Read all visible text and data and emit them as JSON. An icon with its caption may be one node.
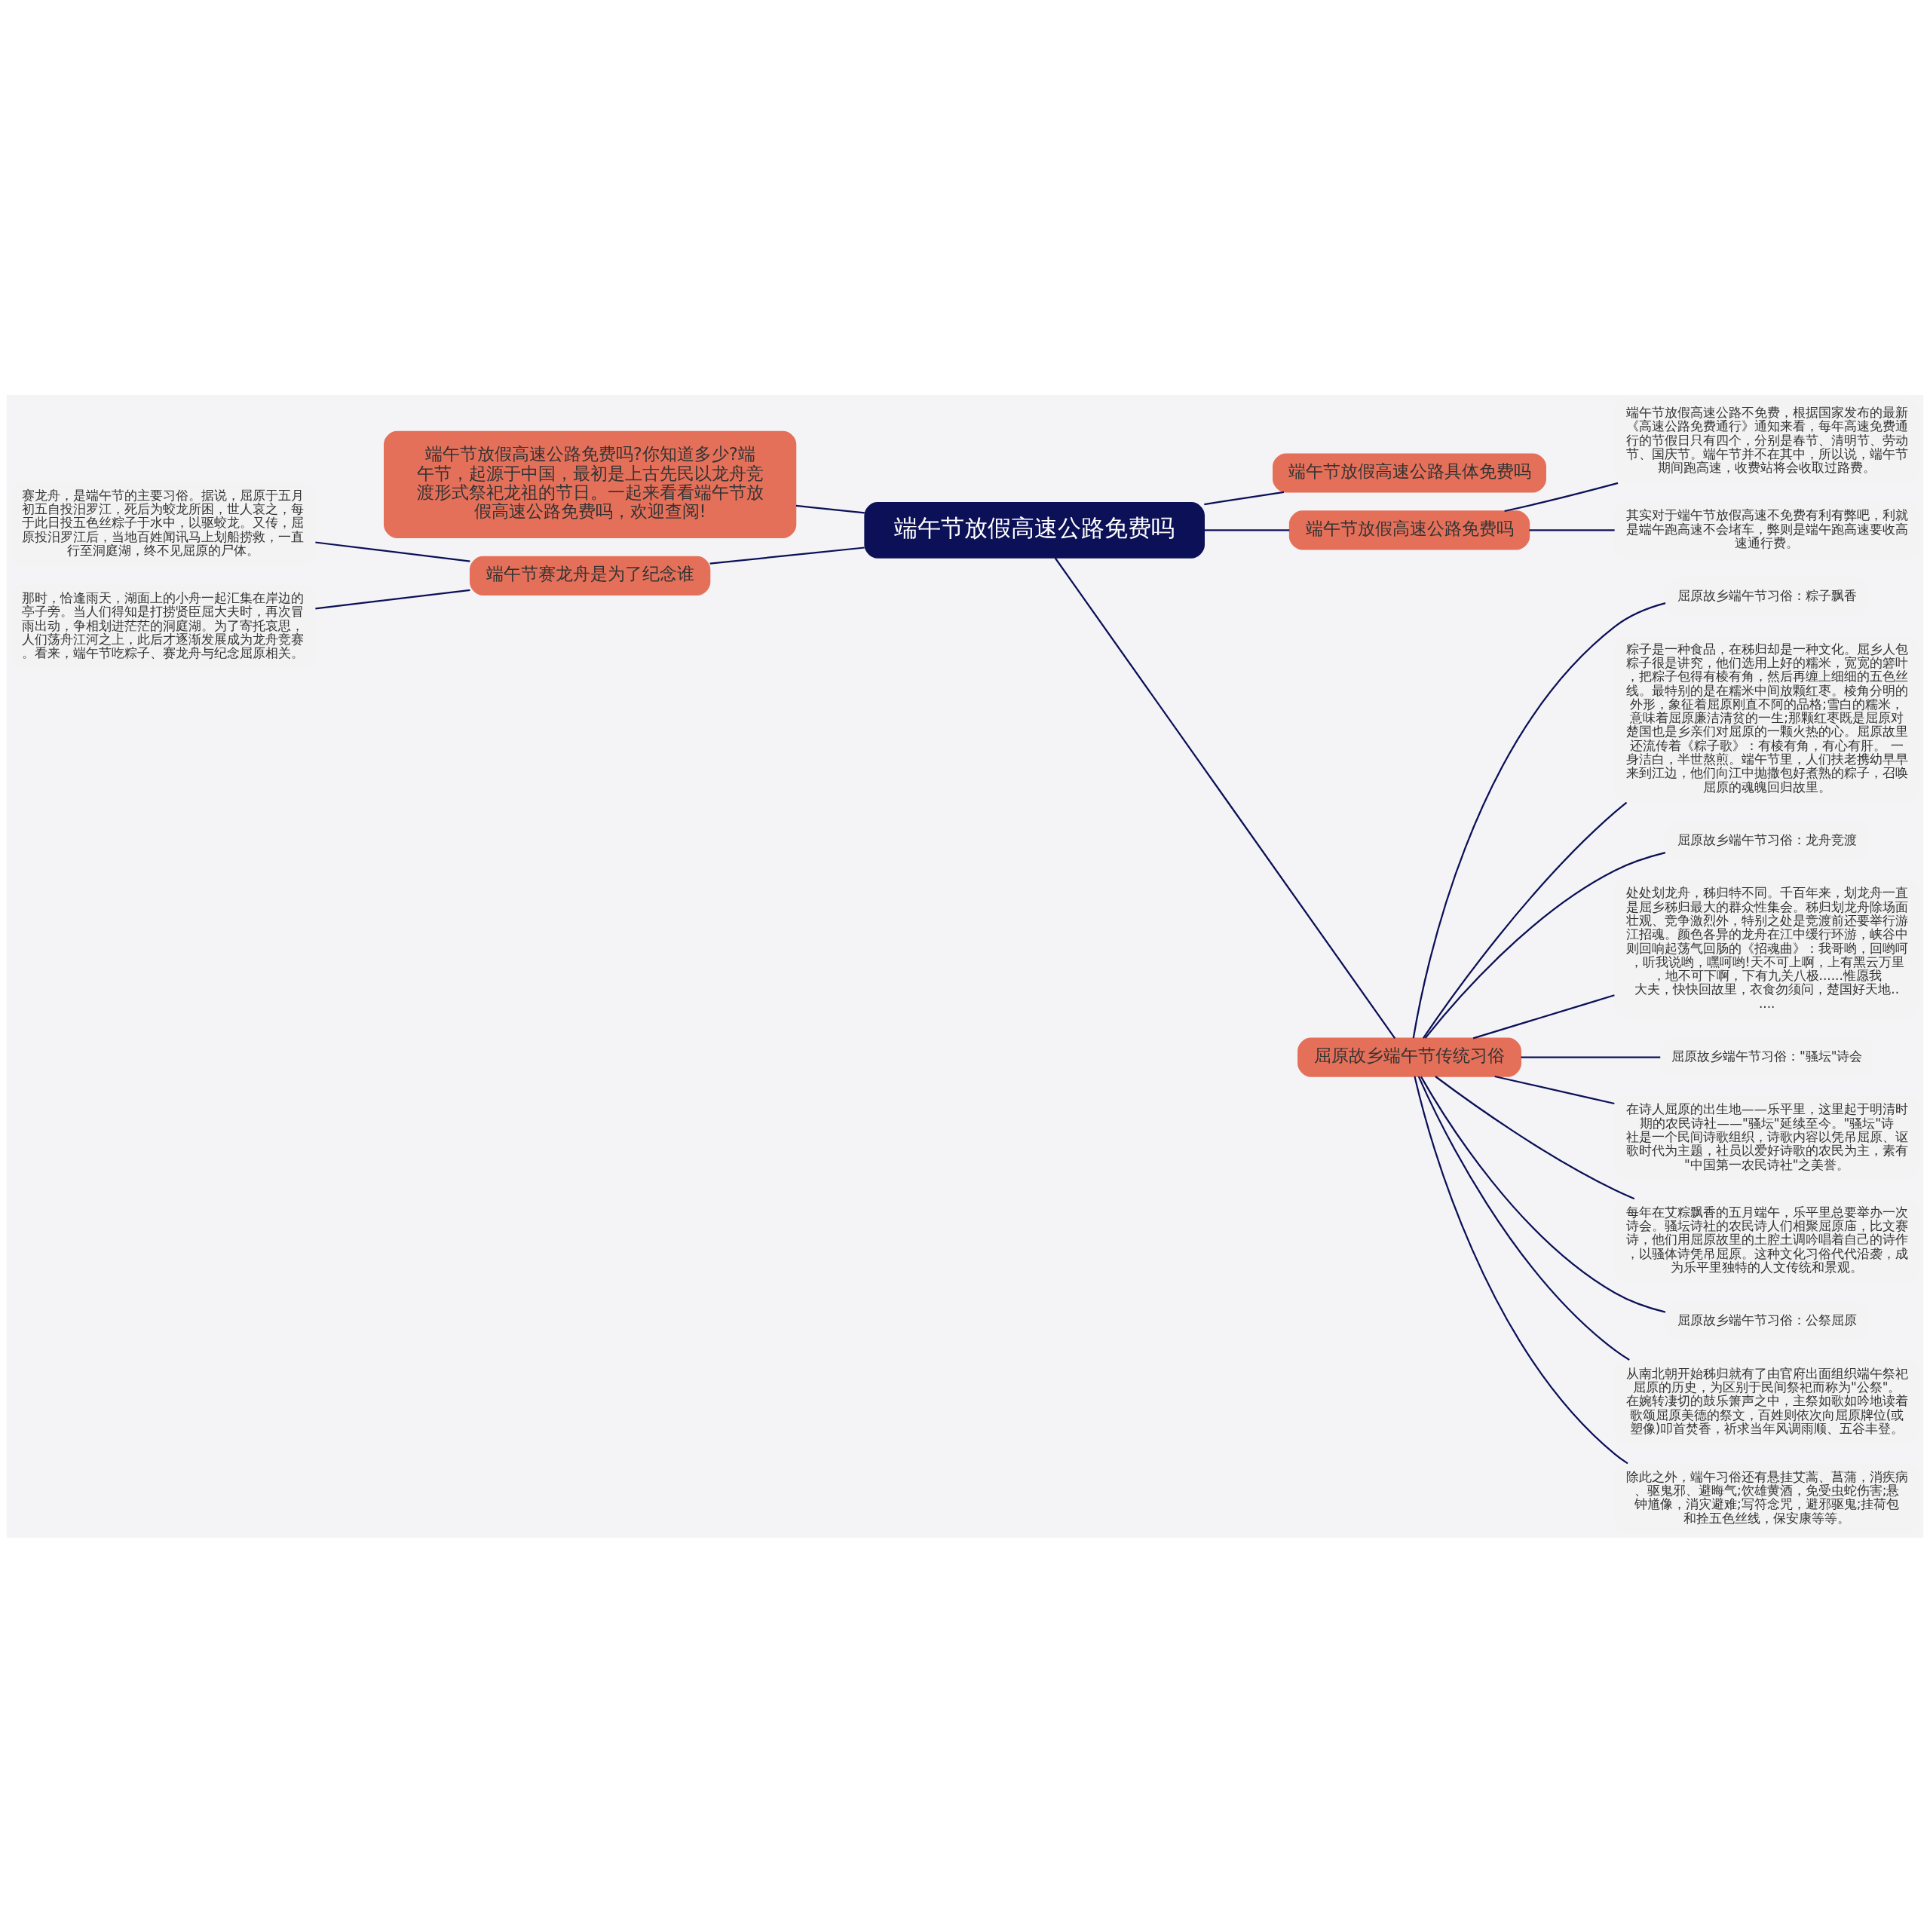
{
  "diagram": {
    "nodes": [
      {
        "text": [
          "端午节放假高速公路免费吗"
        ]
      },
      {
        "text": [
          "端午节放假高速公路具体免费吗"
        ]
      },
      {
        "text": [
          "端午节放假高速公路免费吗"
        ]
      },
      {
        "text": [
          "端午节放假高速公路不免费，根据国家发布的最新《高速公路免费通行》通知来看，每年高速免费通行的节假日只有四个，分别是春节、清明节、劳动节、国庆节。端午节并不在其中，所以说，端午节期间跑高速，收费站将会收取过路费。"
        ]
      },
      {
        "text": [
          "其实对于端午节放假高速不免费有利有弊吧，利就是端午跑高速不会堵车，弊则是端午跑高速要收高速通行费。"
        ]
      },
      {
        "text": [
          "端午节放假高速公路免费吗?你知道多少?端午节，起源于中国，最初是上古先民以龙舟竞渡形式祭祀龙祖的节日。一起来看看端午节放假高速公路免费吗，欢迎查阅!"
        ]
      },
      {
        "text": [
          "端午节赛龙舟是为了纪念谁"
        ]
      },
      {
        "text": [
          "赛龙舟，是端午节的主要习俗。据说，屈原于五月初五自投汨罗江，死后为蛟龙所困，世人哀之，每于此日投五色丝粽子于水中，以驱蛟龙。又传，屈原投汨罗江后，当地百姓闻讯马上划船捞救，一直行至洞庭湖，终不见屈原的尸体。"
        ]
      },
      {
        "text": [
          "那时，恰逢雨天，湖面上的小舟一起汇集在岸边的亭子旁。当人们得知是打捞贤臣屈大夫时，再次冒雨出动，争相划进茫茫的洞庭湖。为了寄托哀思，人们荡舟江河之上，此后才逐渐发展成为龙舟竞赛。看来，端午节吃粽子、赛龙舟与纪念屈原相关。"
        ]
      },
      {
        "text": [
          "屈原故乡端午节传统习俗"
        ]
      },
      {
        "text": [
          "屈原故乡端午节习俗：粽子飘香"
        ]
      },
      {
        "text": [
          "粽子是一种食品，在秭归却是一种文化。屈乡人包粽子很是讲究，他们选用上好的糯米，宽宽的箬叶，把粽子包得有棱有角，然后再缠上细细的五色丝线。最特别的是在糯米中间放颗红枣。棱角分明的外形，象征着屈原刚直不阿的品格;雪白的糯米，意味着屈原廉洁清贫的一生;那颗红枣既是屈原对楚国也是乡亲们对屈原的一颗火热的心。屈原故里还流传着《粽子歌》：有棱有角，有心有肝。 一身洁白，半世熬煎。端午节里，人们扶老携幼早早来到江边，他们向江中抛撒包好煮熟的粽子，召唤屈原的魂魄回归故里。"
        ]
      },
      {
        "text": [
          "屈原故乡端午节习俗：龙舟竞渡"
        ]
      },
      {
        "text": [
          "处处划龙舟，秭归特不同。千百年来，划龙舟一直是屈乡秭归最大的群众性集会。秭归划龙舟除场面壮观、竞争激烈外，特别之处是竞渡前还要举行游江招魂。颜色各异的龙舟在江中缓行环游，峡谷中则回响起荡气回肠的《招魂曲》：我哥哟，回哟呵，听我说哟，嘿呵哟!天不可上啊，上有黑云万里，地不可下啊，下有九关八极......惟愿我大夫，快快回故里，衣食勿须问，楚国好天地......"
        ]
      },
      {
        "text": [
          "屈原故乡端午节习俗：\"骚坛\"诗会"
        ]
      },
      {
        "text": [
          "在诗人屈原的出生地——乐平里，这里起于明清时期的农民诗社——\"骚坛\"延续至今。\"骚坛\"诗社是一个民间诗歌组织，诗歌内容以凭吊屈原、讴歌时代为主题，社员以爱好诗歌的农民为主，素有\"中国第一农民诗社\"之美誉。"
        ]
      },
      {
        "text": [
          "每年在艾粽飘香的五月端午，乐平里总要举办一次诗会。骚坛诗社的农民诗人们相聚屈原庙，比文赛诗，他们用屈原故里的土腔土调吟唱着自己的诗作，以骚体诗凭吊屈原。这种文化习俗代代沿袭，成为乐平里独特的人文传统和景观。"
        ]
      },
      {
        "text": [
          "屈原故乡端午节习俗：公祭屈原"
        ]
      },
      {
        "text": [
          "从南北朝开始秭归就有了由官府出面组织端午祭祀屈原的历史，为区别于民间祭祀而称为\"公祭\"。在婉转凄切的鼓乐箫声之中，主祭如歌如吟地读着歌颂屈原美德的祭文，百姓则依次向屈原牌位(或塑像)叩首焚香，祈求当年风调雨顺、五谷丰登。"
        ]
      },
      {
        "text": [
          "除此之外，端午习俗还有悬挂艾蒿、菖蒲，消疾病、驱鬼邪、避晦气;饮雄黄酒，免受虫蛇伤害;悬钟馗像，消灾避难;写符念咒，避邪驱鬼;挂荷包和拴五色丝线，保安康等等。"
        ]
      }
    ],
    "edges": [
      {
        "from": 0,
        "to": 1,
        "arrow": "none"
      },
      {
        "from": 0,
        "to": 2,
        "arrow": "none"
      },
      {
        "from": 2,
        "to": 3,
        "arrow": "none"
      },
      {
        "from": 2,
        "to": 4,
        "arrow": "none"
      },
      {
        "from": 0,
        "to": 5,
        "arrow": "none"
      },
      {
        "from": 0,
        "to": 6,
        "arrow": "none"
      },
      {
        "from": 6,
        "to": 7,
        "arrow": "none"
      },
      {
        "from": 6,
        "to": 8,
        "arrow": "none"
      },
      {
        "from": 0,
        "to": 9,
        "arrow": "none"
      },
      {
        "from": 9,
        "to": 10,
        "arrow": "none"
      },
      {
        "from": 9,
        "to": 11,
        "arrow": "none"
      },
      {
        "from": 9,
        "to": 12,
        "arrow": "none"
      },
      {
        "from": 9,
        "to": 13,
        "arrow": "none"
      },
      {
        "from": 9,
        "to": 14,
        "arrow": "none"
      },
      {
        "from": 9,
        "to": 15,
        "arrow": "none"
      },
      {
        "from": 9,
        "to": 16,
        "arrow": "none"
      },
      {
        "from": 9,
        "to": 17,
        "arrow": "none"
      },
      {
        "from": 9,
        "to": 18,
        "arrow": "none"
      },
      {
        "from": 9,
        "to": 19,
        "arrow": "none"
      }
    ]
  }
}
